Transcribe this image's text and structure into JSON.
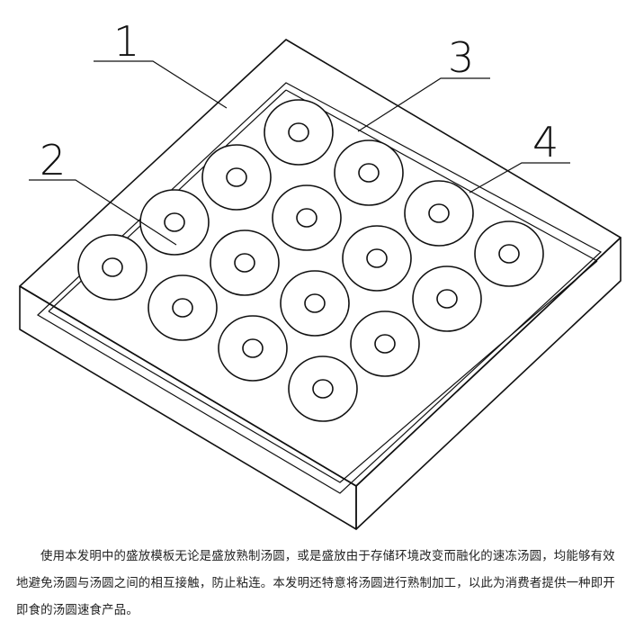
{
  "figure": {
    "labels": [
      "1",
      "2",
      "3",
      "4"
    ]
  },
  "caption": "使用本发明中的盛放模板无论是盛放熟制汤圆，或是盛放由于存储环境改变而融化的速冻汤圆，均能够有效地避免汤圆与汤圆之间的相互接触，防止粘连。本发明还特意将汤圆进行熟制加工，以此为消费者提供一种即开即食的汤圆速食产品。"
}
